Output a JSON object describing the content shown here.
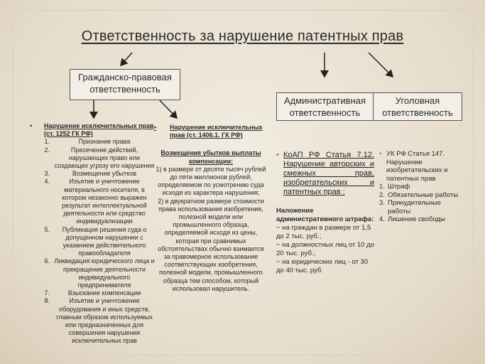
{
  "title": "Ответственность за нарушение патентных прав",
  "civil": {
    "box": "Гражданско-правовая ответственность",
    "exclusive": {
      "bullet": "•",
      "heading": "Нарушение исключительных прав (ст. 1252 ГК РФ)",
      "items": [
        {
          "n": "1.",
          "t": "Признание права"
        },
        {
          "n": "2.",
          "t": "Пресечение действий, нарушающих право или создающих угрозу его нарушения"
        },
        {
          "n": "3.",
          "t": "Возмещение убытков"
        },
        {
          "n": "4.",
          "t": "Изъятие и уничтожение материального носителя, в котором незаконно выражен результат интеллектуальной деятельности или средство индивидуализации"
        },
        {
          "n": "5.",
          "t": "Публикация решения суда о допущенном нарушении с указанием действительного правообладателя"
        },
        {
          "n": "6.",
          "t": "Ликвидация юридического лица и прекращение деятельности индивидуального предпринимателя"
        },
        {
          "n": "7.",
          "t": "Взыскание компенсации"
        },
        {
          "n": "8.",
          "t": "Изъятие и уничтожение оборудования и иных средств, главным образом используемых или предназначенных для совершения нарушения исключительных прав"
        }
      ]
    },
    "compensation": {
      "bullet": "•",
      "heading": "Нарушение исключительных прав (ст. 1406.1. ГК РФ)",
      "subheading": "Возмещения убытков выплаты компенсации:",
      "p1": "1) в размере от десяти тысяч рублей до пяти миллионов рублей, определяемом по усмотрению суда исходя из характера нарушения;",
      "p2": "2) в двукратном размере стоимости права использования изобретения, полезной модели или промышленного образца, определяемой исходя из цены, которая при сравнимых обстоятельствах обычно взимается за правомерное использование соответствующих изобретения, полезной модели, промышленного образца тем способом, который использовал нарушитель."
    }
  },
  "admin": {
    "box": "Административная ответственность",
    "bullet": "•",
    "link": "КоАП РФ Статья 7.12. Нарушение авторских и смежных прав, изобретательских и патентных прав :",
    "subheading": "Наложение административного штрафа:",
    "lines": [
      "− на граждан в размере от 1,5 до 2 тыс. руб.;",
      "− на должностных лиц от 10 до 20 тыс. руб.;",
      "− на юридических лиц - от 30 до 40 тыс. руб."
    ]
  },
  "criminal": {
    "box": "Уголовная ответственность",
    "bullet": "•",
    "heading": "УК РФ Статья 147. Нарушение изобретательских и патентных прав",
    "items": [
      {
        "n": "1.",
        "t": "Штраф"
      },
      {
        "n": "2.",
        "t": "Обязательные работы"
      },
      {
        "n": "3.",
        "t": "Принудительные работы"
      },
      {
        "n": "4.",
        "t": "Лишение свободы"
      }
    ]
  },
  "colors": {
    "background": "#e8dfd0",
    "box_border": "#555555",
    "bullet_accent": "#b07a2a"
  }
}
